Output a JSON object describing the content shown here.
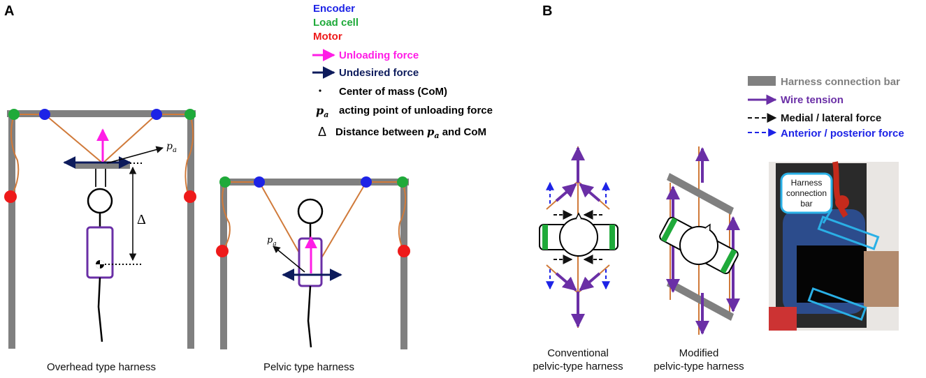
{
  "panel_a_label": "A",
  "panel_b_label": "B",
  "legend_a": {
    "encoder": "Encoder",
    "load_cell": "Load cell",
    "motor": "Motor",
    "unloading_force": "Unloading force",
    "undesired_force": "Undesired force",
    "com": "Center of mass (CoM)",
    "pa_symbol_p": "p",
    "pa_symbol_sub": "a",
    "acting_point": "acting point of unloading force",
    "delta_symbol": "Δ",
    "distance_prefix": "Distance between",
    "distance_suffix": "and CoM"
  },
  "legend_b": {
    "harness_bar": "Harness connection bar",
    "wire_tension": "Wire tension",
    "medial_lateral": "Medial / lateral force",
    "anterior_posterior": "Anterior / posterior force"
  },
  "captions": {
    "overhead": "Overhead type harness",
    "pelvic": "Pelvic type harness",
    "conventional_l1": "Conventional",
    "conventional_l2": "pelvic-type harness",
    "modified_l1": "Modified",
    "modified_l2": "pelvic-type harness"
  },
  "photo": {
    "callout_l1": "Harness",
    "callout_l2": "connection",
    "callout_l3": "bar"
  },
  "colors": {
    "encoder": "#1d23e6",
    "load_cell": "#1faa3a",
    "motor": "#ee1a1a",
    "unloading": "#ff1de6",
    "undesired": "#0d1b5c",
    "wire": "#6a2fa6",
    "medial": "#111111",
    "anterior": "#1d23e6",
    "bar": "#808080",
    "rope": "#d07a3a",
    "callout": "#2ab0e6"
  }
}
